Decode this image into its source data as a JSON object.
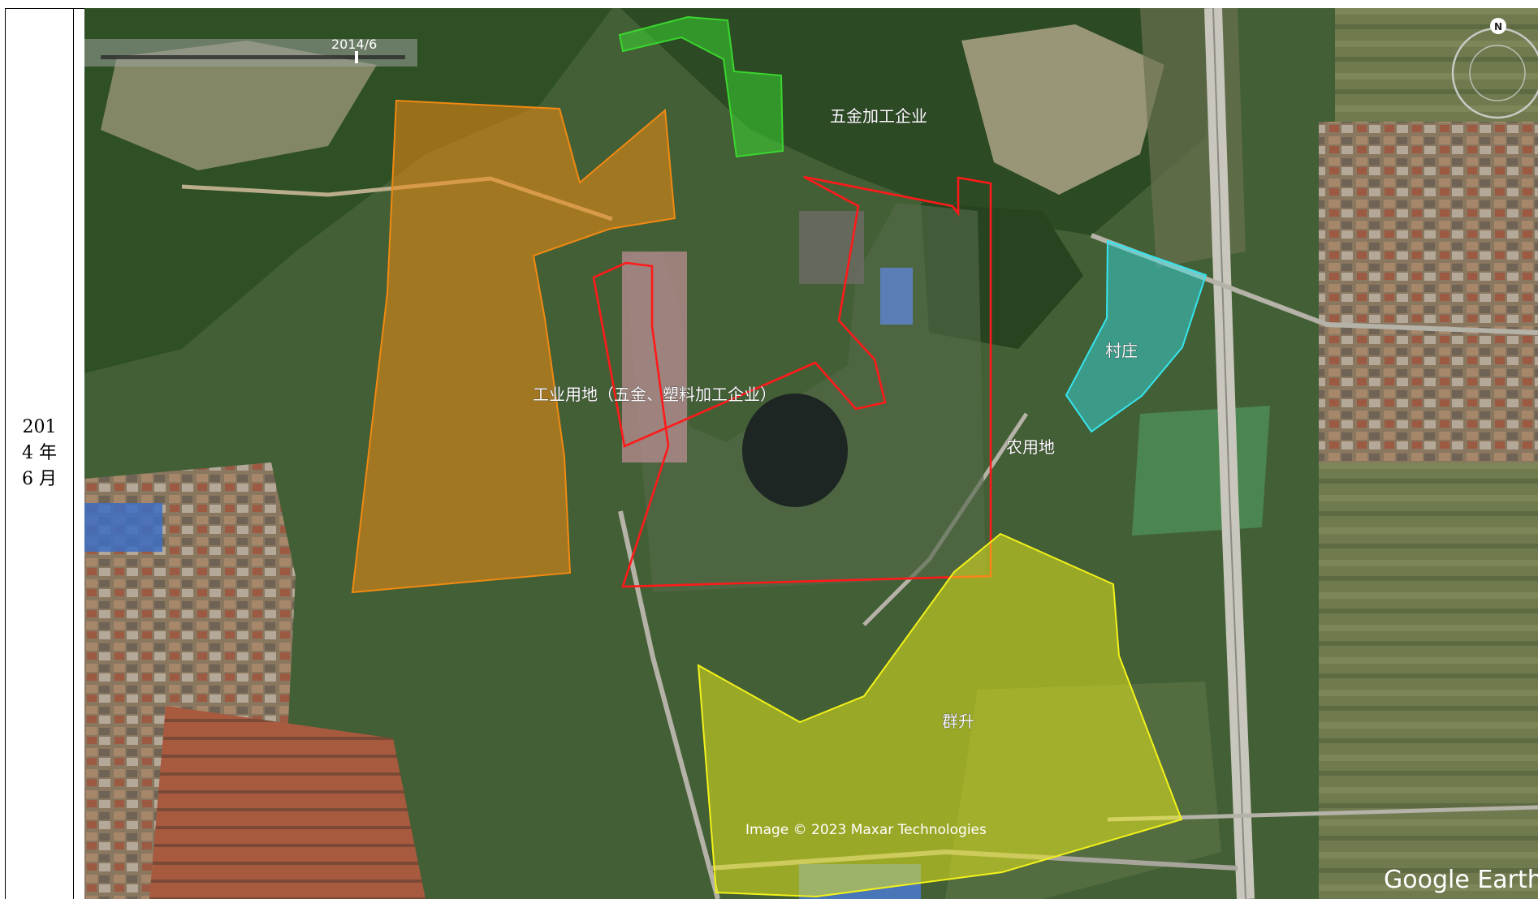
{
  "date_cell": {
    "line1": "201",
    "line2": "4 年",
    "line3": "6 月"
  },
  "map": {
    "timeline_date": "2014/6",
    "copyright": "Image © 2023 Maxar Technologies",
    "provider": "Google Earth",
    "compass_mark": "N",
    "regions": {
      "hardware_enterprise": {
        "label": "五金加工企业",
        "color": "#3bd62f"
      },
      "industrial_land": {
        "label": "工业用地（五金、塑料加工企业）",
        "color": "#f08a12"
      },
      "project_site": {
        "label": "",
        "color": "#ff1a1a"
      },
      "village": {
        "label": "村庄",
        "color": "#36e4ee"
      },
      "farmland": {
        "label": "农用地"
      },
      "qunsheng": {
        "label": "群升",
        "color": "#f2f21a"
      }
    }
  }
}
